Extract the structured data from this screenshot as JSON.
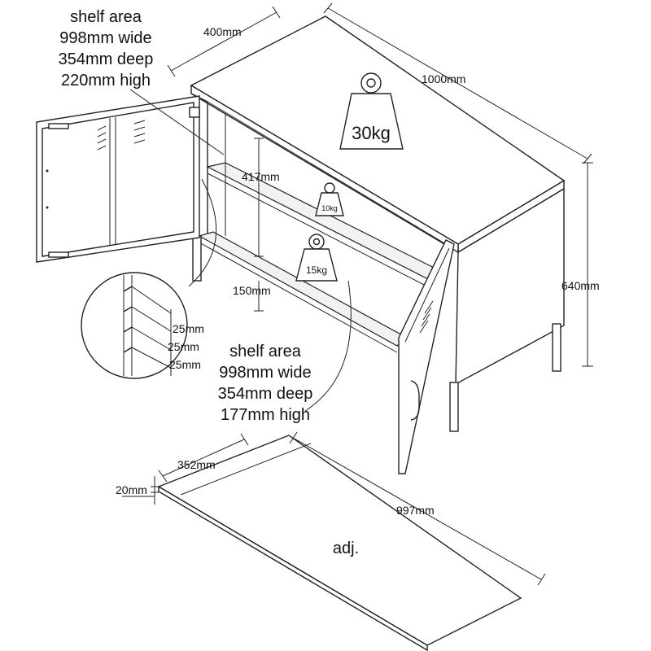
{
  "top_shelf": {
    "title": "shelf area",
    "wide": "998mm wide",
    "deep": "354mm deep",
    "high": "220mm high"
  },
  "bottom_shelf": {
    "title": "shelf area",
    "wide": "998mm wide",
    "deep": "354mm deep",
    "high": "177mm high"
  },
  "dimensions": {
    "depth": "400mm",
    "width": "1000mm",
    "height": "640mm",
    "shelf_gap": "417mm",
    "leg_gap": "150mm",
    "peg_1": "25mm",
    "peg_2": "25mm",
    "peg_3": "25mm",
    "panel_depth": "352mm",
    "panel_thickness": "20mm",
    "panel_width": "997mm"
  },
  "weights": {
    "top": "30kg",
    "upper_shelf": "10kg",
    "lower_shelf": "15kg"
  },
  "panel_label": "adj."
}
